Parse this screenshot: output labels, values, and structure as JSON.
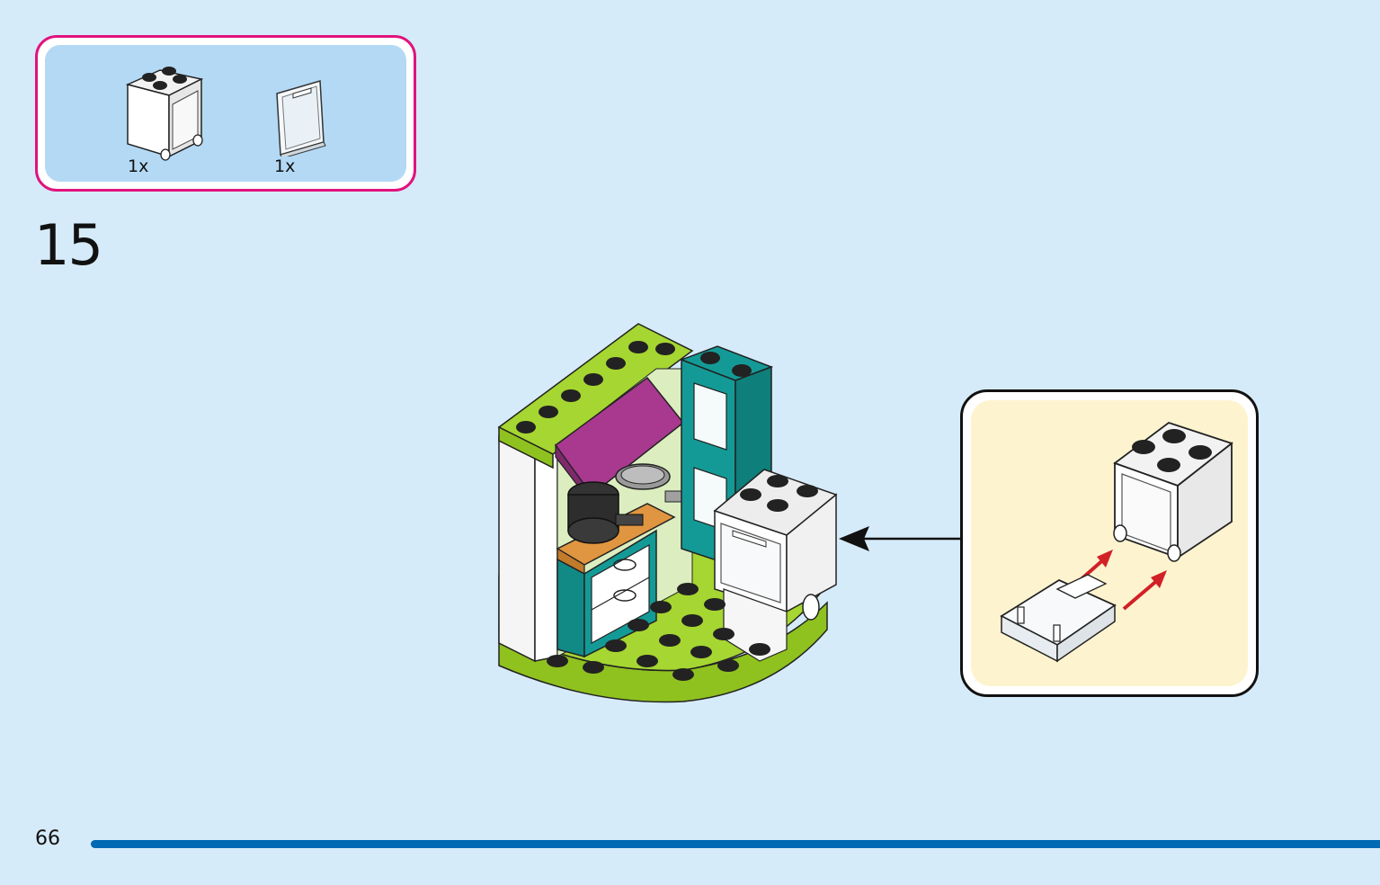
{
  "parts_list": {
    "items": [
      {
        "icon": "cupboard-2x2x2-icon",
        "qty": "1x"
      },
      {
        "icon": "cupboard-door-icon",
        "qty": "1x"
      }
    ]
  },
  "step": {
    "number": "15"
  },
  "page": {
    "number": "66"
  },
  "colors": {
    "page_bg": "#d6ebf9",
    "parts_border": "#e0137d",
    "parts_bg": "#b3d9f5",
    "callout_bg": "#fdf4cf",
    "footer_bar": "#0069b4",
    "lime": "#a6d631",
    "teal": "#149a96",
    "magenta": "#a8398f",
    "arrow_red": "#d22027"
  }
}
